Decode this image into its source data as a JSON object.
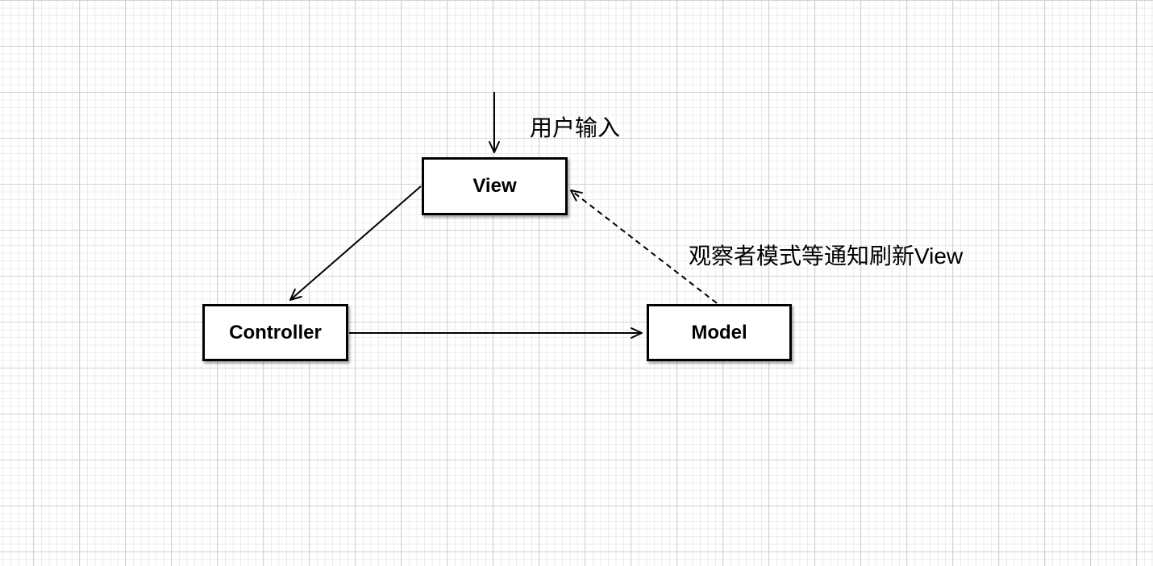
{
  "diagram": {
    "nodes": [
      {
        "id": "view",
        "label": "View"
      },
      {
        "id": "controller",
        "label": "Controller"
      },
      {
        "id": "model",
        "label": "Model"
      }
    ],
    "edges": [
      {
        "id": "user-input-arrow",
        "label": "用户输入",
        "from": "external",
        "to": "view",
        "style": "solid"
      },
      {
        "id": "view-to-controller-arrow",
        "label": "",
        "from": "view",
        "to": "controller",
        "style": "solid"
      },
      {
        "id": "controller-to-model-arrow",
        "label": "",
        "from": "controller",
        "to": "model",
        "style": "solid"
      },
      {
        "id": "model-to-view-arrow",
        "label": "观察者模式等通知刷新View",
        "from": "model",
        "to": "view",
        "style": "dashed"
      }
    ],
    "colors": {
      "stroke": "#000000",
      "node_fill": "#ffffff",
      "background": "#ffffff",
      "grid_minor": "#ececec",
      "grid_major": "#d2d2d2"
    }
  }
}
